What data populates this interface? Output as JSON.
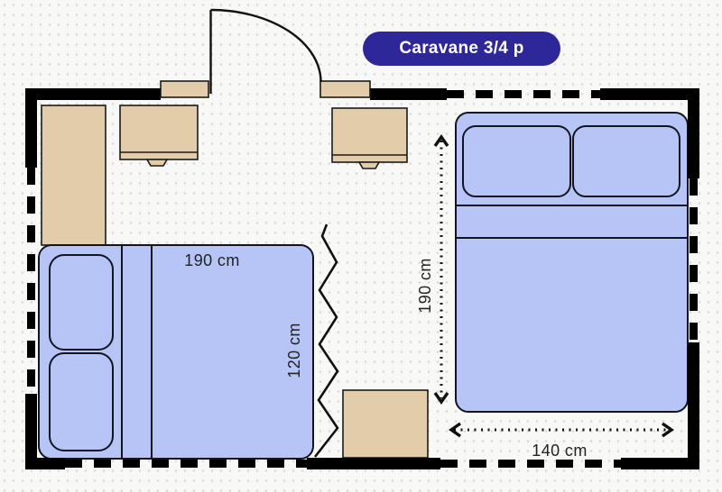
{
  "badge": {
    "label": "Caravane 3/4 p"
  },
  "beds": {
    "left_bed": {
      "length": "190 cm",
      "width": "120 cm"
    },
    "right_bed": {
      "length": "190 cm",
      "width": "140 cm"
    }
  },
  "colors": {
    "badge_bg": "#2e2799",
    "badge_text": "#ffffff",
    "bed_fill": "#b7c5f6",
    "furniture_fill": "#e3cca9",
    "wall": "#000000",
    "outline": "#1a1a1a",
    "label_text": "#222222",
    "background": "#f8f8f6"
  }
}
